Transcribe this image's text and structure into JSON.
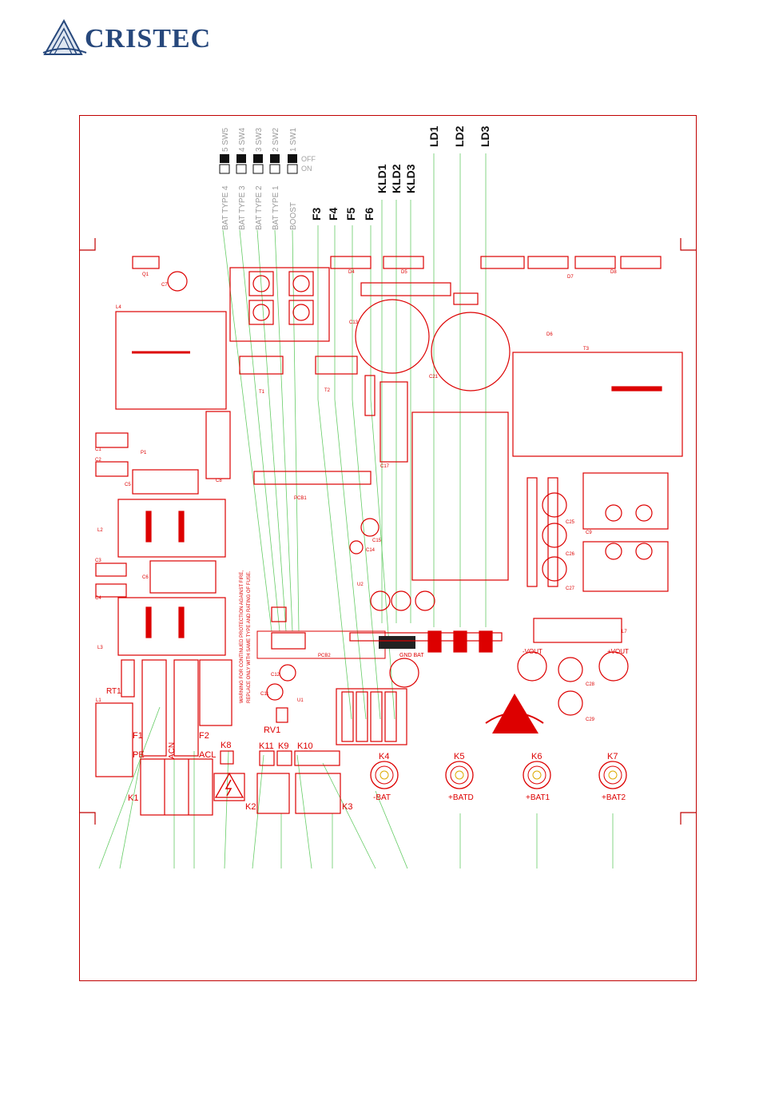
{
  "brand": {
    "name": "CRISTEC"
  },
  "switches": {
    "ids": [
      "SW5",
      "SW4",
      "SW3",
      "SW2",
      "SW1"
    ],
    "numbers": [
      "5",
      "4",
      "3",
      "2",
      "1"
    ],
    "functions": [
      "BAT TYPE 4",
      "BAT TYPE 3",
      "BAT TYPE 2",
      "BAT TYPE 1",
      "BOOST"
    ],
    "state_off": "OFF",
    "state_on": "ON"
  },
  "fuse_labels": [
    "F3",
    "F4",
    "F5",
    "F6"
  ],
  "kld_labels": [
    "KLD1",
    "KLD2",
    "KLD3"
  ],
  "led_labels": [
    "LD1",
    "LD2",
    "LD3"
  ],
  "board": {
    "left_fuses": [
      "F1",
      "F2"
    ],
    "mains_terminals": [
      "PE",
      "ACN",
      "ACL"
    ],
    "connectors": {
      "k1": "K1",
      "k2": "K2",
      "k3": "K3",
      "k8": "K8",
      "k9": "K9",
      "k10": "K10",
      "k11": "K11"
    },
    "varistor": "RV1",
    "thermistor": "RT1",
    "gnd_bat": "GND BAT",
    "vout_minus": "-VOUT",
    "vout_plus": "+VOUT",
    "warning_line1": "WARNING FOR CONTINUED PROTECTION AGAINST FIRE,",
    "warning_line2": "REPLACE ONLY WITH SAME TYPE AND RATING OF FUSE.",
    "posts": [
      {
        "id": "K4",
        "label": "-BAT"
      },
      {
        "id": "K5",
        "label": "+BATD"
      },
      {
        "id": "K6",
        "label": "+BAT1"
      },
      {
        "id": "K7",
        "label": "+BAT2"
      }
    ],
    "parts": {
      "l4": "L4",
      "q1": "Q1",
      "c7": "C7",
      "c13": "C13",
      "c21": "C21",
      "d4": "D4",
      "d5": "D5",
      "d8": "D8",
      "d7": "D7",
      "d6": "D6",
      "c1": "C1",
      "c2": "C2",
      "c3": "C3",
      "c4": "C4",
      "c5": "C5",
      "c6": "C6",
      "c8": "C8",
      "c9": "C9",
      "c25": "C25",
      "c26": "C26",
      "c27": "C27",
      "c28": "C28",
      "c29": "C29",
      "l2": "L2",
      "l3": "L3",
      "l7": "L7",
      "t1": "T1",
      "t2": "T2",
      "t3": "T3",
      "pcb1": "PCB1",
      "pcb2": "PCB2",
      "p1": "P1",
      "l1": "L1",
      "c17": "C17",
      "c12": "C12",
      "c11": "C11",
      "u1": "U1",
      "u2": "U2",
      "c14": "C14",
      "c15": "C15"
    }
  }
}
